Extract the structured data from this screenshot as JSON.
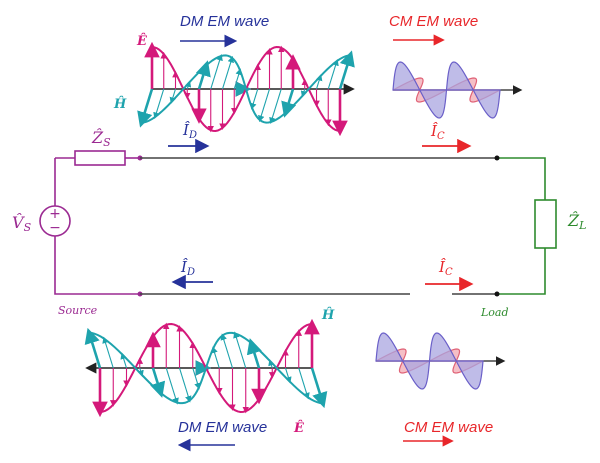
{
  "colors": {
    "source": "#9b2a92",
    "load": "#2e8b2e",
    "line": "#444444",
    "dm": "#26329a",
    "cm": "#e8262a",
    "e_field": "#d4197a",
    "h_field": "#1ea3ad",
    "cm_blue_fill": "#a9a5e0",
    "cm_blue_stroke": "#6a5fc8",
    "cm_red_fill": "#f2a9b3",
    "cm_red_stroke": "#e06276"
  },
  "labels": {
    "zs": "Ẑ",
    "zs_sub": "S",
    "vs": "V̂",
    "vs_sub": "S",
    "zl": "Ẑ",
    "zl_sub": "L",
    "source": "Source",
    "load": "Load",
    "id": "Î",
    "id_sub": "D",
    "ic": "Î",
    "ic_sub": "C",
    "dm_wave": "DM EM wave",
    "cm_wave": "CM EM wave",
    "e_hat": "Ê",
    "h_hat": "Ĥ",
    "plus": "+",
    "minus": "−"
  }
}
